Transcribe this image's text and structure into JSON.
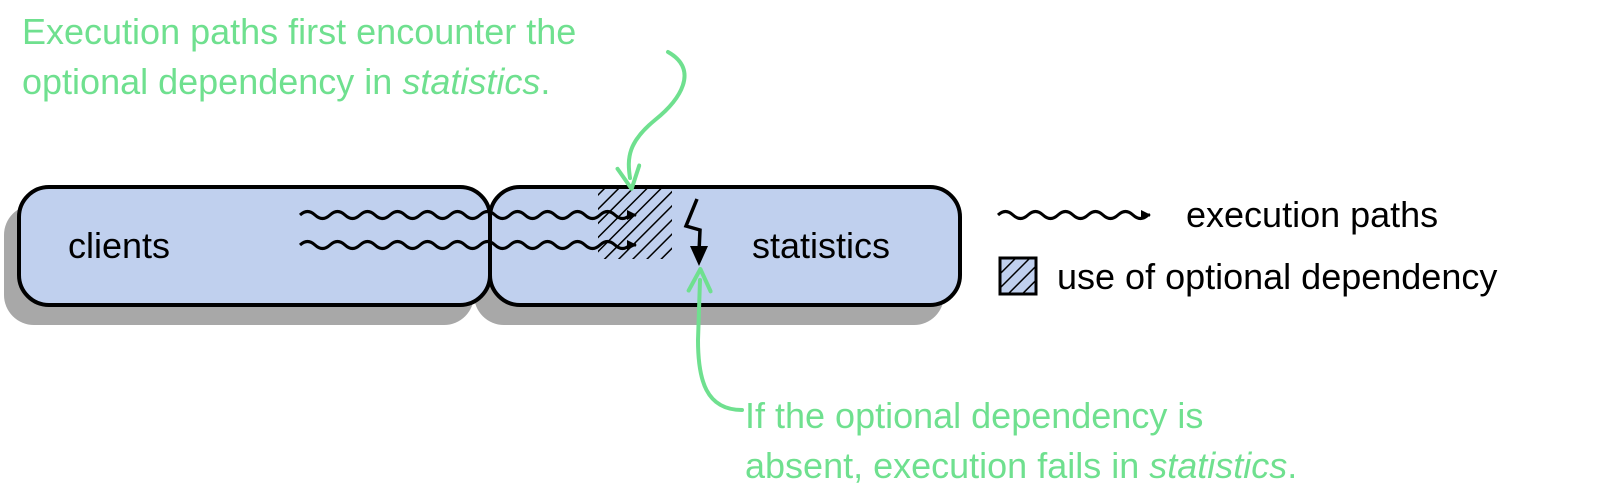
{
  "boxes": {
    "clients": "clients",
    "statistics": "statistics"
  },
  "legend": {
    "execution_paths": "execution paths",
    "optional_dependency": "use of optional dependency"
  },
  "callouts": {
    "top": {
      "line1": "Execution paths first encounter the",
      "line2_prefix": "optional dependency in ",
      "line2_em": "statistics",
      "line2_suffix": "."
    },
    "bottom": {
      "line1": "If the optional dependency is",
      "line2_prefix": "absent, execution fails in ",
      "line2_em": "statistics",
      "line2_suffix": "."
    }
  },
  "colors": {
    "box_fill": "#c0d0ee",
    "box_stroke": "#000000",
    "shadow": "#a8a8a8",
    "callout": "#6fe08f"
  },
  "icons": {
    "failure": "lightning-bolt-icon",
    "path_arrow": "wavy-arrow-icon",
    "hatch": "hatched-square-icon"
  }
}
